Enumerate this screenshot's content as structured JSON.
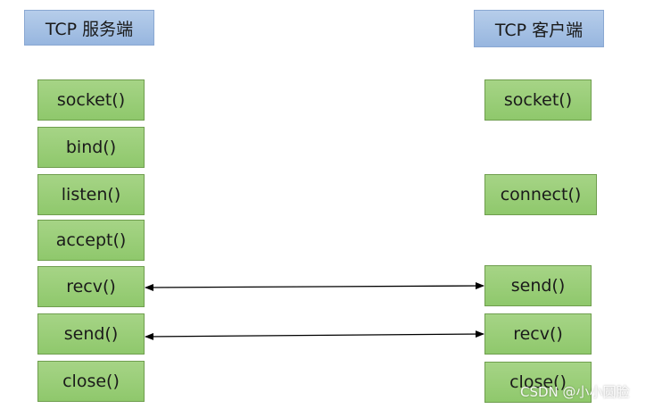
{
  "server": {
    "title": "TCP 服务端",
    "steps": [
      "socket()",
      "bind()",
      "listen()",
      "accept()",
      "recv()",
      "send()",
      "close()"
    ]
  },
  "client": {
    "title": "TCP 客户端",
    "steps": [
      "socket()",
      "connect()",
      "send()",
      "recv()",
      "close()"
    ]
  },
  "watermark": "CSDN @小小圆脸",
  "colors": {
    "header_fill": "#9dbbe2",
    "step_fill": "#9ccd7a",
    "step_border": "#6f9e4e",
    "arrow": "#000000"
  }
}
